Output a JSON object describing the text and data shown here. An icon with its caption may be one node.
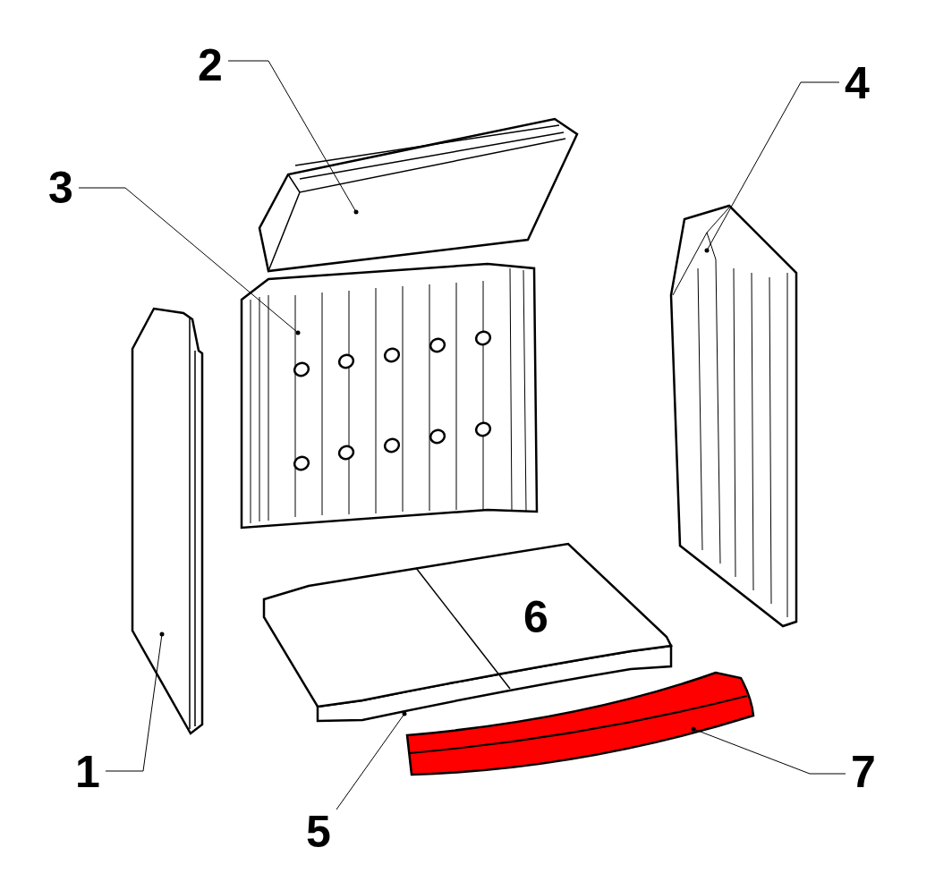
{
  "diagram": {
    "nodes": [
      {
        "text": [
          "1"
        ]
      },
      {
        "text": [],
        "shape": "picture"
      },
      {
        "text": [
          "2"
        ]
      },
      {
        "text": [],
        "shape": "picture"
      },
      {
        "text": [
          "3"
        ]
      },
      {
        "text": [],
        "shape": "picture"
      },
      {
        "text": [
          "4"
        ]
      },
      {
        "text": [],
        "shape": "picture"
      },
      {
        "text": [
          "5"
        ]
      },
      {
        "text": [],
        "shape": "picture"
      },
      {
        "text": [
          "6"
        ]
      },
      {
        "text": [
          "7"
        ]
      },
      {
        "text": [],
        "shape": "picture"
      }
    ],
    "edges": [
      {
        "from": 0,
        "to": 1,
        "arrow": "other"
      },
      {
        "from": 2,
        "to": 3,
        "arrow": "other"
      },
      {
        "from": 4,
        "to": 5,
        "arrow": "other"
      },
      {
        "from": 6,
        "to": 7,
        "arrow": "other"
      },
      {
        "from": 8,
        "to": 9,
        "arrow": "other"
      },
      {
        "from": 11,
        "to": 12,
        "arrow": "other"
      }
    ]
  }
}
